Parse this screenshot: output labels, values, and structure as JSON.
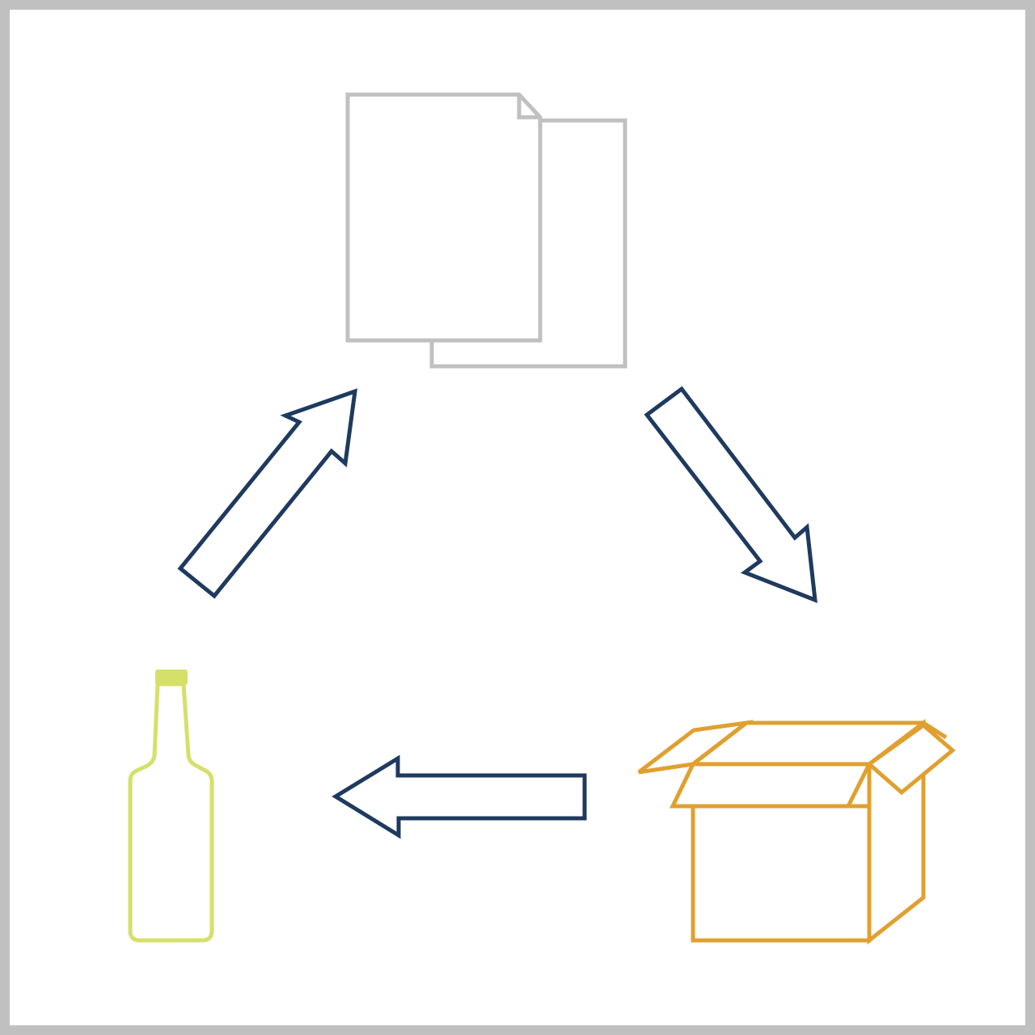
{
  "diagram": {
    "type": "cycle",
    "direction": "clockwise",
    "nodes": [
      {
        "id": "paper",
        "icon": "documents-icon",
        "color": "#c0c0c0"
      },
      {
        "id": "box",
        "icon": "open-box-icon",
        "color": "#e0a030"
      },
      {
        "id": "bottle",
        "icon": "bottle-icon",
        "color": "#d4e06a"
      }
    ],
    "arrows": [
      {
        "from": "bottle",
        "to": "paper",
        "icon": "arrow-up-right-icon"
      },
      {
        "from": "paper",
        "to": "box",
        "icon": "arrow-down-right-icon"
      },
      {
        "from": "box",
        "to": "bottle",
        "icon": "arrow-left-icon"
      }
    ],
    "colors": {
      "frame": "#c0c0c0",
      "arrow": "#1f3a5f",
      "background": "#ffffff"
    }
  }
}
